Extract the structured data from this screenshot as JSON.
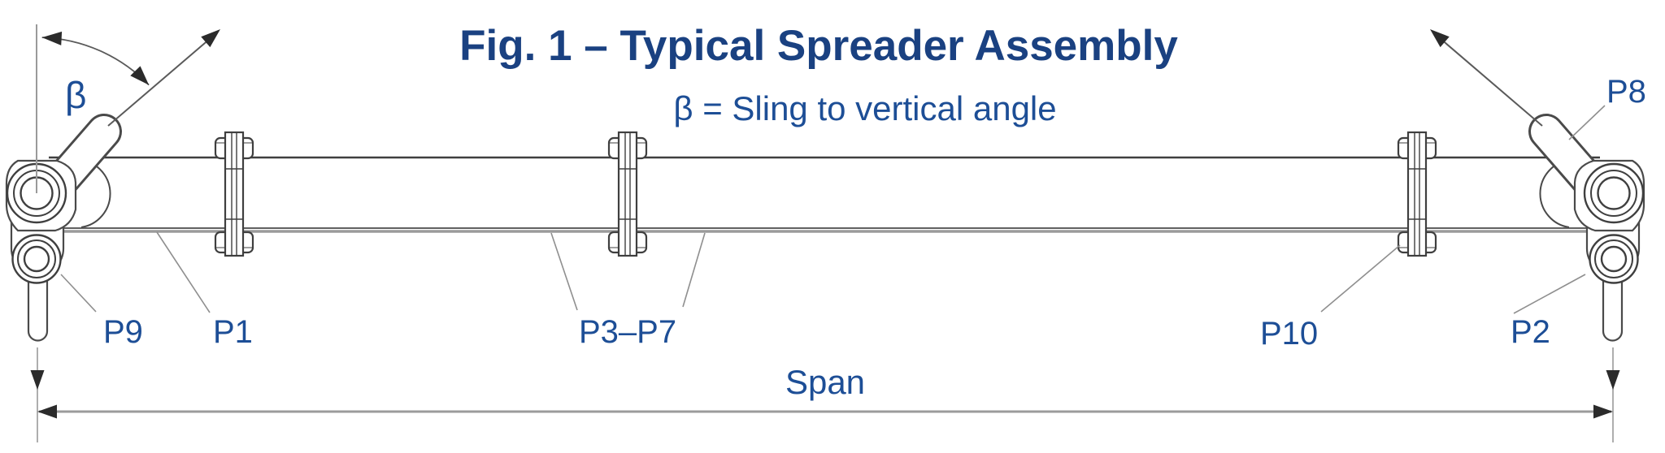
{
  "figure": {
    "title": "Fig. 1 – Typical Spreader Assembly",
    "subtitle": "β = Sling to vertical angle",
    "beta_symbol": "β",
    "span_label": "Span",
    "part_labels": {
      "p9": "P9",
      "p1": "P1",
      "p3_p7": "P3–P7",
      "p10": "P10",
      "p2": "P2",
      "p8": "P8"
    },
    "colors": {
      "title": "#1A4181",
      "label": "#1D4E96"
    }
  }
}
